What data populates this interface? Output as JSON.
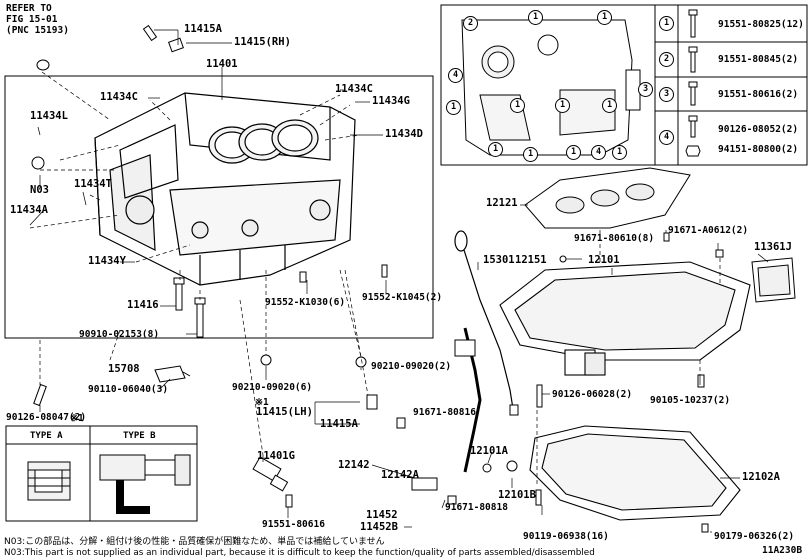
{
  "refer": {
    "line1": "REFER TO",
    "line2": "FIG 15-01",
    "line3": "(PNC 15193)"
  },
  "labels": {
    "p11415A_top": "11415A",
    "p11415RH": "11415(RH)",
    "p11401": "11401",
    "p11434C_a": "11434C",
    "p11434C_b": "11434C",
    "p11434G": "11434G",
    "p11434L": "11434L",
    "p11434D": "11434D",
    "n03": "N03",
    "p11434T": "11434T",
    "p11434A": "11434A",
    "p11434Y": "11434Y",
    "p11416": "11416",
    "p90910": "90910-02153(8)",
    "p91552_k1030": "91552-K1030(6)",
    "p91552_k1045": "91552-K1045(2)",
    "p15708": "15708",
    "p90110": "90110-06040(3)",
    "p90210_6": "90210-09020(6)",
    "p90210_2": "90210-09020(2)",
    "p90126_08047": "90126-08047(2)",
    "mark1": "※1",
    "p11415LH": "11415(LH)",
    "p11415A_b": "11415A",
    "p91671_80816": "91671-80816",
    "p11401G": "11401G",
    "p91551_80616": "91551-80616",
    "p12142": "12142",
    "p12142A": "12142A",
    "p11452": "11452",
    "p11452B": "11452B",
    "p91671_80818": "91671-80818",
    "p12101A": "12101A",
    "p12101B": "12101B",
    "p90119": "90119-06938(16)",
    "p12102A": "12102A",
    "p90179": "90179-06326(2)",
    "p90126_06028": "90126-06028(2)",
    "p90105": "90105-10237(2)",
    "p15301": "15301",
    "p12151": "12151",
    "p12101": "12101",
    "p11361J": "11361J",
    "p91671_A0612": "91671-A0612(2)",
    "p91671_80610": "91671-80610(8)",
    "p12121": "12121"
  },
  "type_box": {
    "mark": "※1",
    "type_a": "TYPE A",
    "type_b": "TYPE B"
  },
  "legend": [
    {
      "num": "1",
      "parts": [
        "91551-80825(12)"
      ]
    },
    {
      "num": "2",
      "parts": [
        "91551-80845(2)"
      ]
    },
    {
      "num": "3",
      "parts": [
        "91551-80616(2)"
      ]
    },
    {
      "num": "4",
      "parts": [
        "90126-08052(2)",
        "94151-80800(2)"
      ]
    }
  ],
  "inset_numbers": [
    "2",
    "1",
    "1",
    "4",
    "1",
    "1",
    "1",
    "1",
    "3",
    "1",
    "1",
    "4",
    "1",
    "1"
  ],
  "notes": {
    "jp": "N03:この部品は、分解・組付け後の性能・品質確保が困難なため、単品では補給していません",
    "en": "N03:This part is not supplied as an individual part, because it is difficult to keep the function/quality of parts assembled/disassembled"
  },
  "figure_id": "11A230B"
}
